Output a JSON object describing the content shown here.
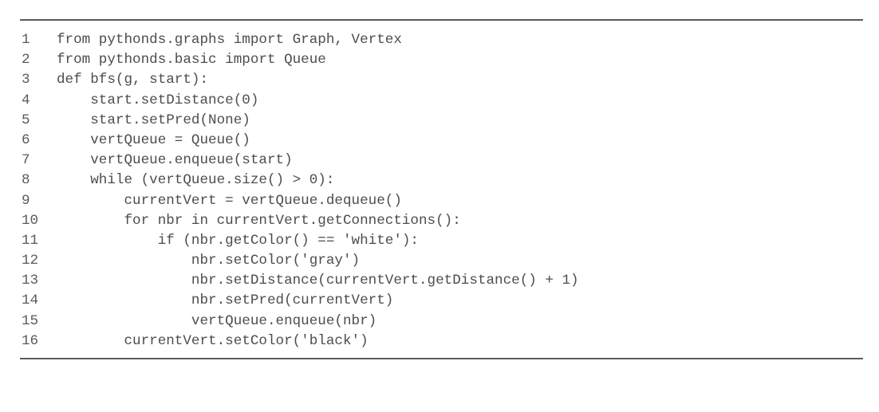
{
  "listing": {
    "language": "python",
    "text_color": "#4d4d4d",
    "rule_color": "#5b5b5b",
    "background": "#ffffff",
    "lines": [
      {
        "number": "1",
        "code": "from pythonds.graphs import Graph, Vertex"
      },
      {
        "number": "2",
        "code": "from pythonds.basic import Queue"
      },
      {
        "number": "3",
        "code": "def bfs(g, start):"
      },
      {
        "number": "4",
        "code": "    start.setDistance(0)"
      },
      {
        "number": "5",
        "code": "    start.setPred(None)"
      },
      {
        "number": "6",
        "code": "    vertQueue = Queue()"
      },
      {
        "number": "7",
        "code": "    vertQueue.enqueue(start)"
      },
      {
        "number": "8",
        "code": "    while (vertQueue.size() > 0):"
      },
      {
        "number": "9",
        "code": "        currentVert = vertQueue.dequeue()"
      },
      {
        "number": "10",
        "code": "        for nbr in currentVert.getConnections():"
      },
      {
        "number": "11",
        "code": "            if (nbr.getColor() == 'white'):"
      },
      {
        "number": "12",
        "code": "                nbr.setColor('gray')"
      },
      {
        "number": "13",
        "code": "                nbr.setDistance(currentVert.getDistance() + 1)"
      },
      {
        "number": "14",
        "code": "                nbr.setPred(currentVert)"
      },
      {
        "number": "15",
        "code": "                vertQueue.enqueue(nbr)"
      },
      {
        "number": "16",
        "code": "        currentVert.setColor('black')"
      }
    ]
  }
}
